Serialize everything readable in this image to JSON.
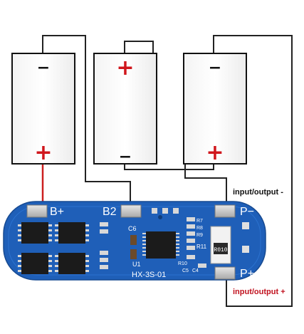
{
  "cells": [
    {
      "top_sign": "−",
      "bottom_sign": "+"
    },
    {
      "top_sign": "+",
      "bottom_sign": "−"
    },
    {
      "top_sign": "−",
      "bottom_sign": "+"
    }
  ],
  "board": {
    "model": "HX-3S-01",
    "pads": {
      "b_plus": "B+",
      "b2": "B2",
      "p_minus": "P−",
      "p_plus": "P+"
    },
    "silkscreen": {
      "c6": "C6",
      "u1": "U1",
      "r11": "R11",
      "resistor_code": "R010",
      "r7": "R7",
      "r8": "R8",
      "r9": "R9",
      "r10": "R10",
      "c5": "C5",
      "c4": "C4"
    }
  },
  "annotations": {
    "output_minus": "input/output -",
    "output_plus": "input/output +"
  },
  "colors": {
    "board_blue": "#1f5fb8",
    "wire": "#222222",
    "positive_wire": "#cc1f1f",
    "plus_sign": "#d0161c",
    "label_minus": "#111111",
    "label_plus": "#c1121f",
    "pad_silver": "#c9c9c9",
    "chip": "#1b1b1b"
  }
}
